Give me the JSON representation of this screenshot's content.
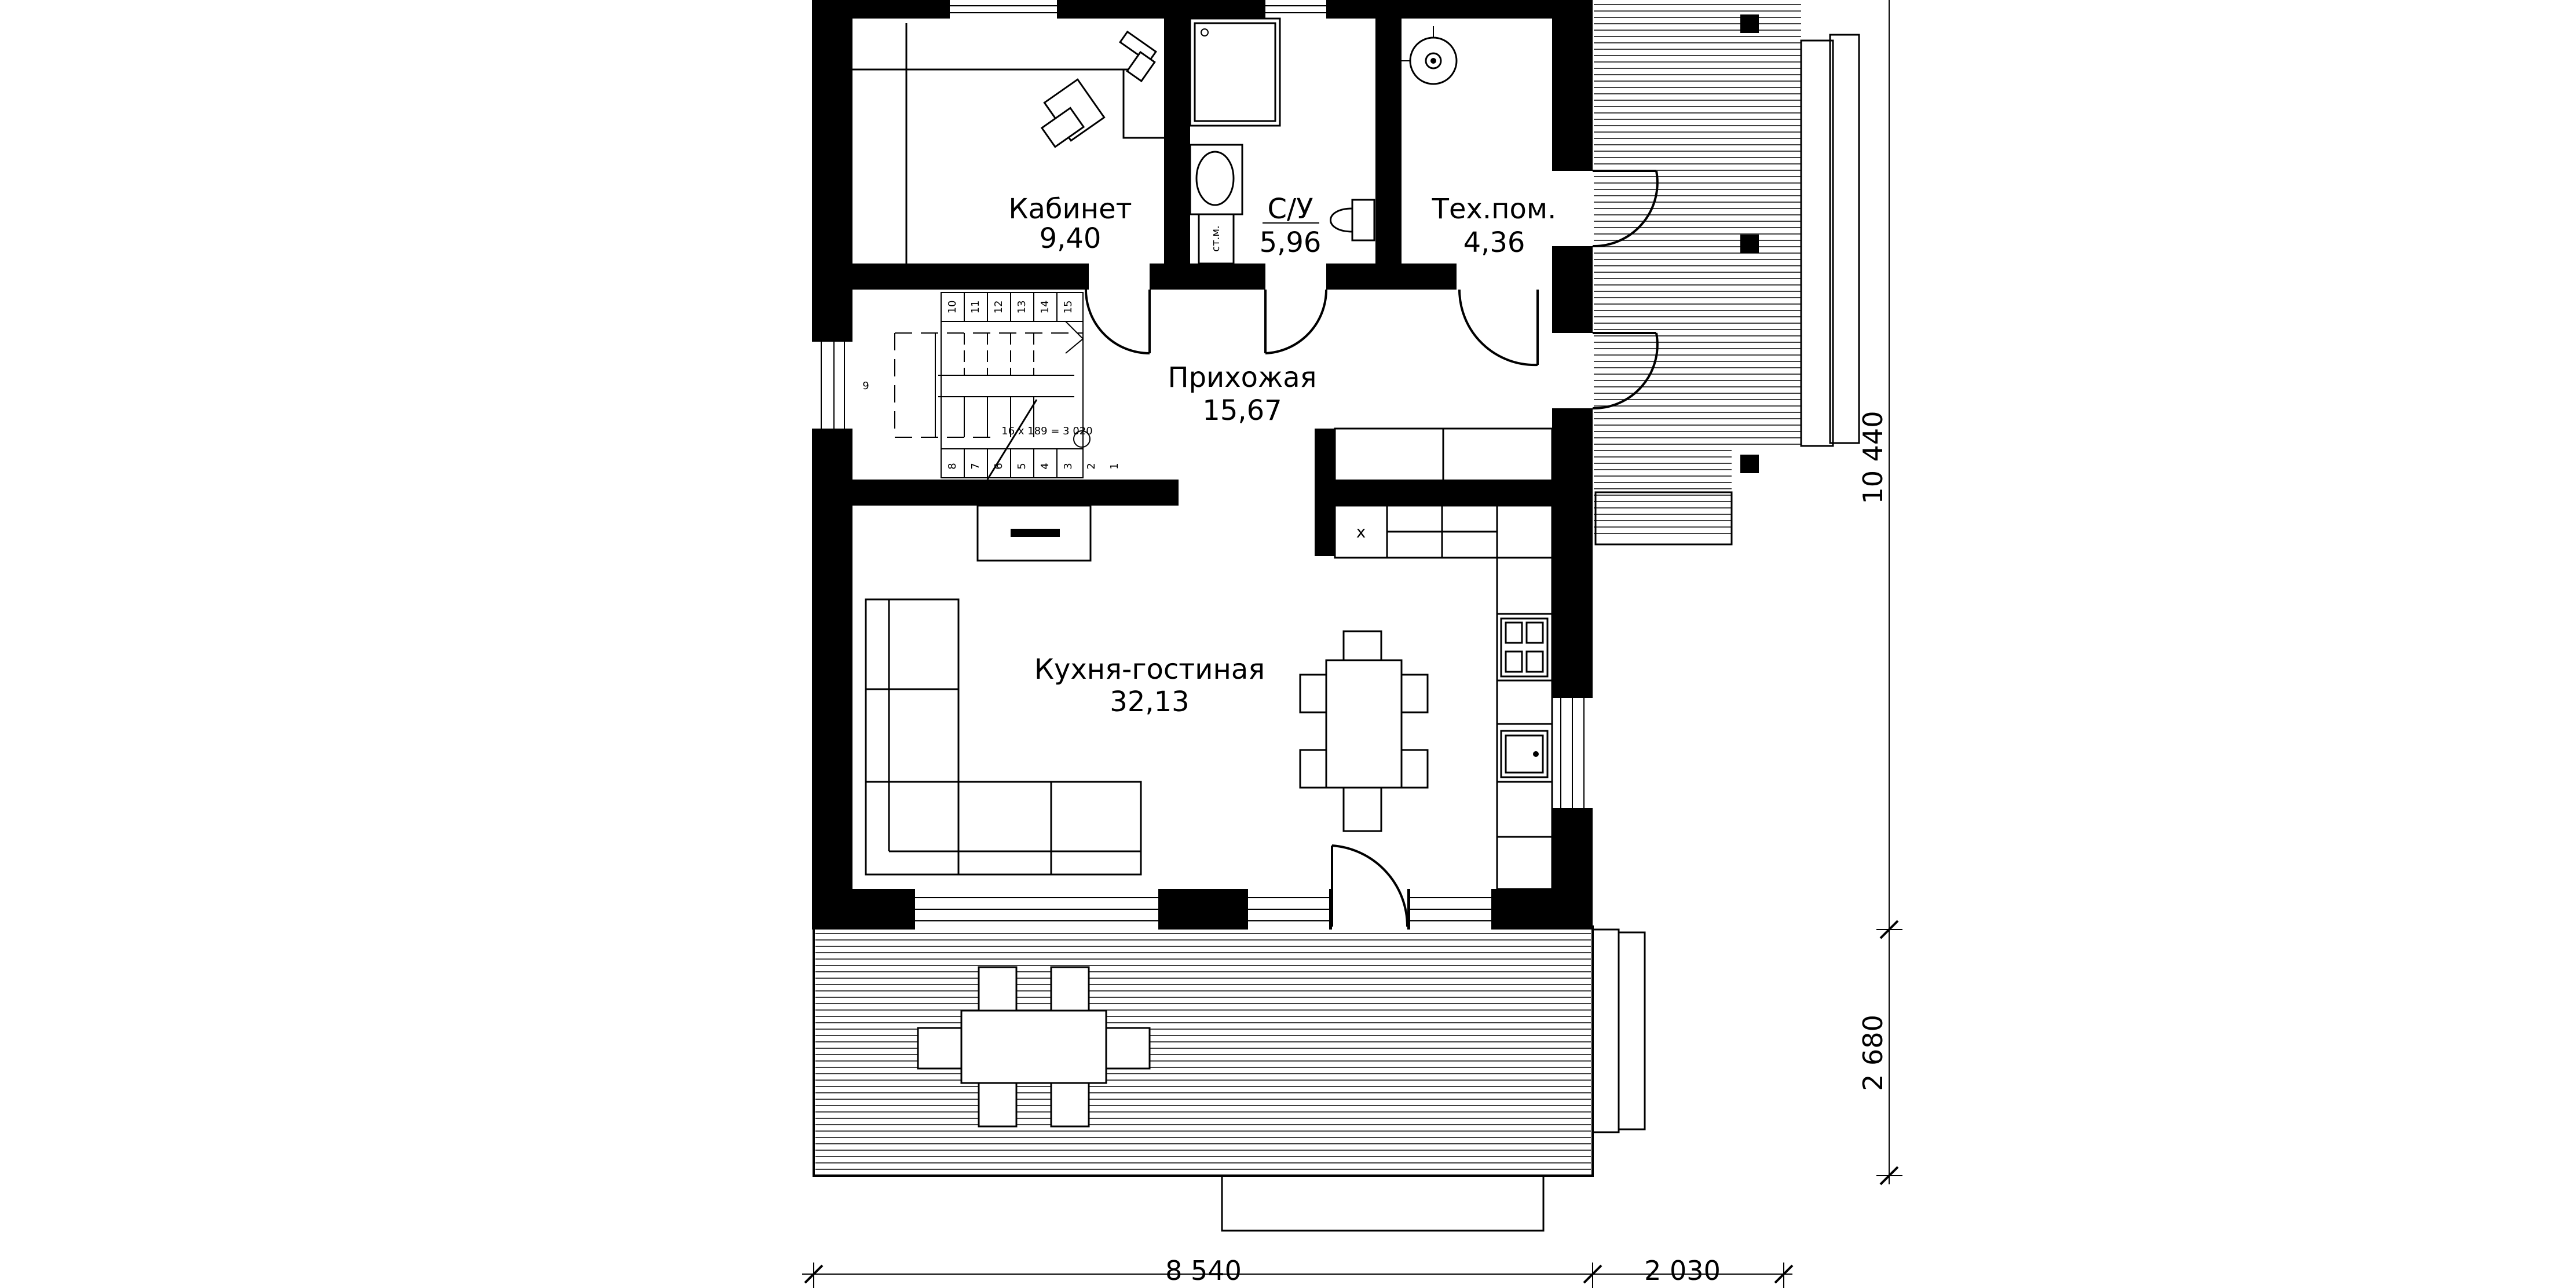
{
  "rooms": {
    "office": {
      "name": "Кабинет",
      "area": "9,40"
    },
    "bathroom": {
      "name": "С/У",
      "area": "5,96"
    },
    "tech": {
      "name": "Тех.пом.",
      "area": "4,36"
    },
    "hall": {
      "name": "Прихожая",
      "area": "15,67"
    },
    "kitchen": {
      "name": "Кухня-гостиная",
      "area": "32,13"
    }
  },
  "labels": {
    "washer": "ст.м.",
    "stair_formula": "16 х 189 = 3 020",
    "stair_lower_nums": [
      "8",
      "7",
      "6",
      "5",
      "4",
      "3",
      "2",
      "1"
    ],
    "stair_upper_nums": [
      "10",
      "11",
      "12",
      "13",
      "14",
      "15"
    ],
    "stair_landing": "9",
    "fridge": "x"
  },
  "dimensions": {
    "bottom_main": "8 540",
    "bottom_side": "2 030",
    "right_total": "10 440",
    "right_terrace": "2 680"
  }
}
